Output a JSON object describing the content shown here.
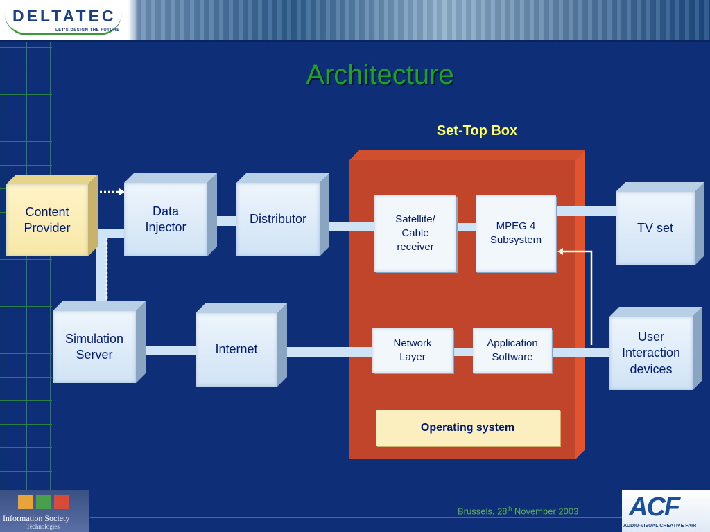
{
  "header": {
    "company_name": "DELTATEC",
    "tagline": "LET'S DESIGN THE FUTURE"
  },
  "slide": {
    "title": "Architecture",
    "group_label": "Set-Top Box"
  },
  "nodes": {
    "content_provider": "Content\nProvider",
    "data_injector": "Data\nInjector",
    "distributor": "Distributor",
    "simulation_server": "Simulation\nServer",
    "internet": "Internet",
    "satellite_cable": "Satellite/\nCable\nreceiver",
    "mpeg4": "MPEG 4\nSubsystem",
    "network_layer": "Network\nLayer",
    "application_software": "Application\nSoftware",
    "operating_system": "Operating system",
    "tv_set": "TV set",
    "user_interaction": "User\nInteraction\ndevices"
  },
  "footer": {
    "location_date_prefix": "Brussels, 28",
    "location_date_sup": "th",
    "location_date_suffix": " November 2003",
    "left_logo_text": "Information Society",
    "left_logo_subtext": "Technologies",
    "right_logo_text": "ACF",
    "right_logo_subtext": "AUDIO-VISUAL CREATIVE FAIR"
  },
  "colors": {
    "background": "#0e2f78",
    "title": "#1fa02a",
    "set_top_box": "#c0452a",
    "set_top_box_label": "#ffff66",
    "box_fill": "#e4effa",
    "connector": "#cfe3f6"
  }
}
